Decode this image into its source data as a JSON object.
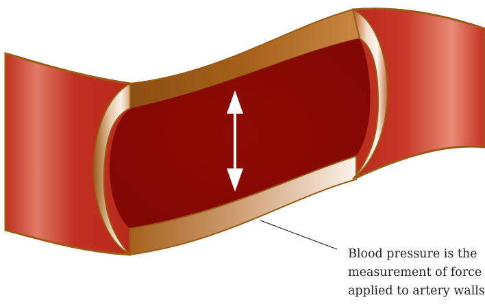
{
  "caption": {
    "lines": [
      "Blood pressure is the",
      "measurement of force",
      "applied to artery walls"
    ]
  },
  "colors": {
    "vessel_wall": "#c1301f",
    "vessel_outline": "#9b5a16",
    "lumen_blood": "#8e0b05",
    "inner_wall_top": "#a05c17",
    "inner_wall_light": "#f9eadf",
    "callout_line": "#231f20",
    "arrow": "#ffffff"
  },
  "icons": {
    "pressure_arrow": "double-headed-vertical-arrow"
  }
}
